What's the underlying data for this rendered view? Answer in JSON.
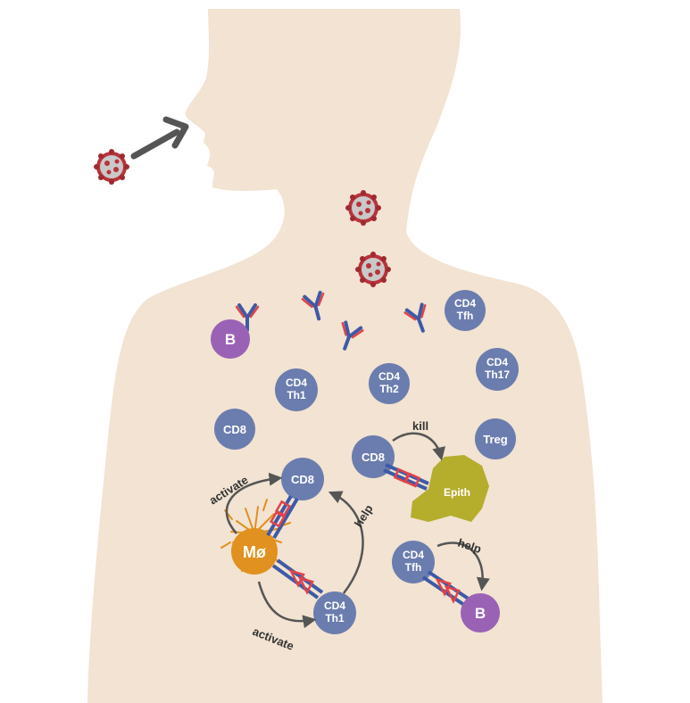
{
  "colors": {
    "body": "#f2e3d2",
    "t_cell": "#6b7dae",
    "b_cell": "#9a62b5",
    "macrophage": "#e0911f",
    "epithelial": "#b5ad2c",
    "virus": "#b8333b",
    "receptor_blue": "#3d5aa6",
    "receptor_red": "#e0434a",
    "arrow": "#555555"
  },
  "cells": {
    "b_top": "B",
    "cd4_tfh_top": [
      "CD4",
      "Tfh"
    ],
    "cd4_th1_mid": [
      "CD4",
      "Th1"
    ],
    "cd4_th2": [
      "CD4",
      "Th2"
    ],
    "cd4_th17": [
      "CD4",
      "Th17"
    ],
    "cd8_left": "CD8",
    "treg": "Treg",
    "cd8_killer": "CD8",
    "epith": "Epith",
    "cd8_presented": "CD8",
    "macrophage": "Mø",
    "cd4_th1_bottom": [
      "CD4",
      "Th1"
    ],
    "cd4_tfh_bottom": [
      "CD4",
      "Tfh"
    ],
    "b_bottom": "B"
  },
  "labels": {
    "kill": "kill",
    "activate_top": "activate",
    "activate_bottom": "activate",
    "help_center": "help",
    "help_right": "help"
  },
  "icons": {
    "virus": "coronavirus-icon",
    "antibody": "antibody-icon"
  }
}
